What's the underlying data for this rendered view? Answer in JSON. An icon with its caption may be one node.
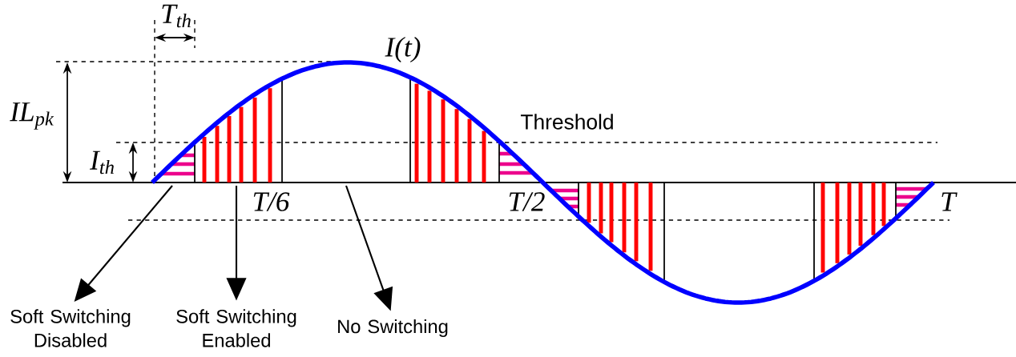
{
  "diagram": {
    "nodes": [
      {
        "text": [
          "Soft Switching Disabled"
        ]
      },
      {
        "text": [
          "Soft Switching Enabled"
        ]
      },
      {
        "text": [
          "No Switching"
        ]
      }
    ],
    "edges": [
      {
        "from": null,
        "to": 0,
        "arrow": "to"
      },
      {
        "from": null,
        "to": 1,
        "arrow": "to"
      },
      {
        "from": null,
        "to": 2,
        "arrow": "to"
      }
    ],
    "labels": [
      "T$_{th}$",
      "I(t)",
      "IL$_{pk}$",
      "Threshold",
      "I$_{th}$",
      "T/6",
      "T/2",
      "T"
    ]
  }
}
